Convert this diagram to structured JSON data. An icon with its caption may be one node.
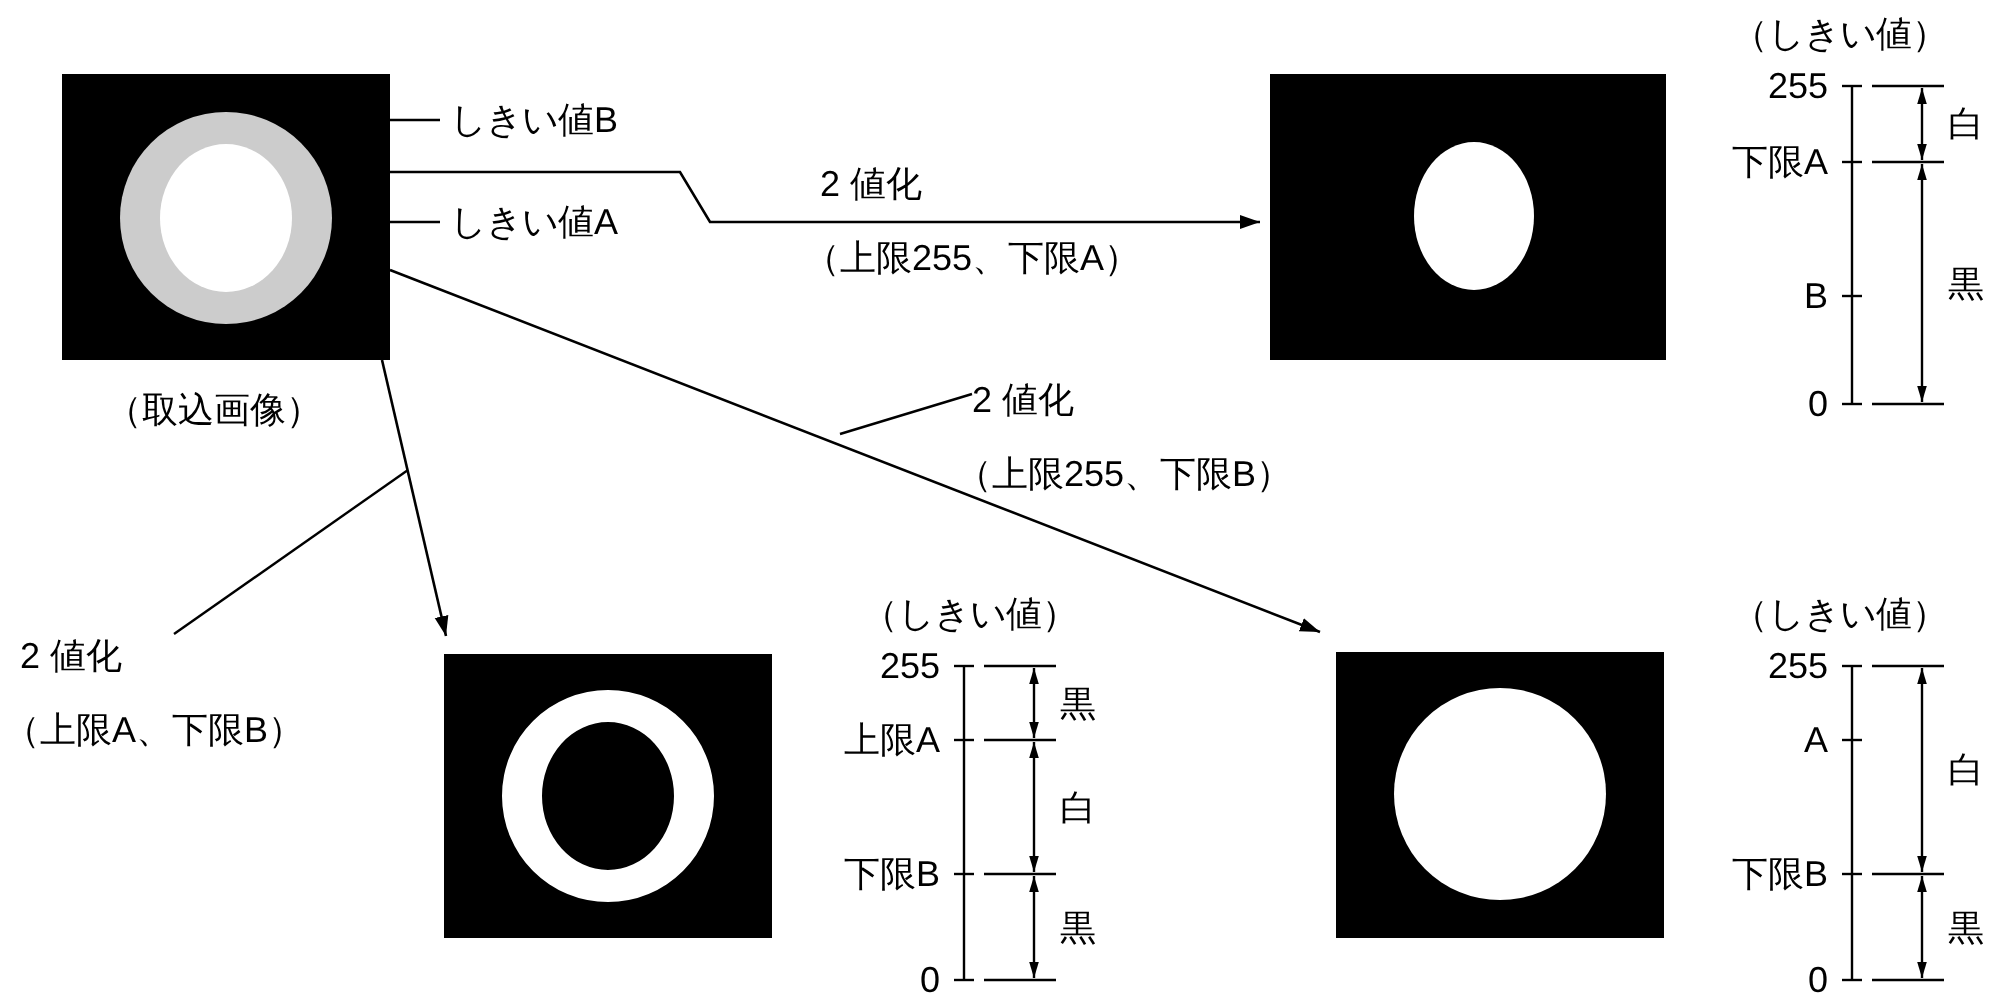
{
  "diagram": {
    "nodes": [
      {
        "text": [],
        "shape": "picture",
        "beside": [
          "（取込画像）"
        ]
      },
      {
        "text": [],
        "shape": "circle",
        "in": 0
      },
      {
        "text": [
          "しきい値B"
        ]
      },
      {
        "text": [
          "しきい値A"
        ]
      },
      {
        "text": [],
        "shape": "picture",
        "beside": [
          "（しきい値）"
        ]
      },
      {
        "text": [],
        "shape": "picture",
        "beside": [
          "（しきい値）"
        ]
      },
      {
        "text": [],
        "shape": "picture",
        "beside": [
          "（しきい値）"
        ]
      }
    ],
    "edges": [
      {
        "from": 2,
        "to": 0,
        "arrow": "none"
      },
      {
        "from": 3,
        "to": 1,
        "arrow": "none"
      },
      {
        "from": 0,
        "to": 4,
        "arrow": "to",
        "label": "2 値化（上限255、下限A）"
      },
      {
        "from": 0,
        "to": 5,
        "arrow": "to",
        "label": "2 値化（上限A、下限B）"
      },
      {
        "from": 0,
        "to": 6,
        "arrow": "to",
        "label": "2 値化（上限255、下限B）"
      }
    ],
    "labels": [
      "255",
      "白",
      "下限A",
      "B",
      "黒",
      "0",
      "255",
      "黒",
      "上限A",
      "白",
      "下限B",
      "黒",
      "0",
      "255",
      "A",
      "白",
      "下限B",
      "黒",
      "0"
    ]
  }
}
